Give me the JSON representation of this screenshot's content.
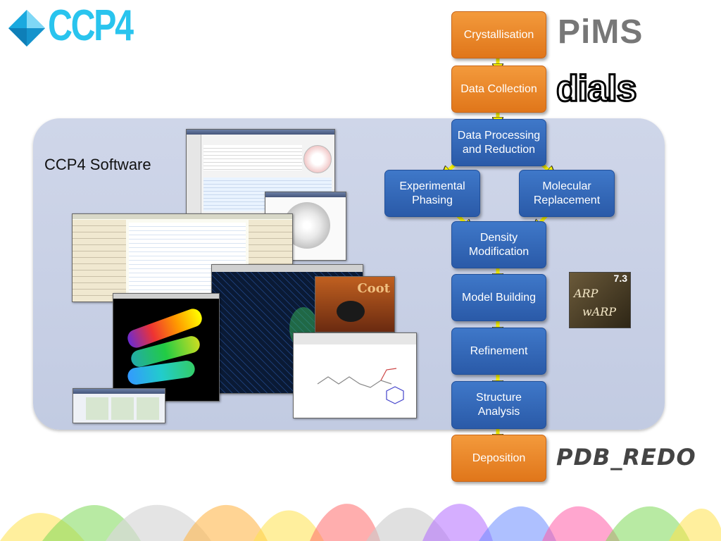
{
  "logo": {
    "text": "CCP4"
  },
  "panel": {
    "label": "CCP4 Software"
  },
  "flow": {
    "crystallisation": "Crystallisation",
    "data_collection": "Data Collection",
    "data_processing": "Data Processing\nand Reduction",
    "experimental_phasing": "Experimental\nPhasing",
    "molecular_replacement": "Molecular\nReplacement",
    "density_modification": "Density\nModification",
    "model_building": "Model Building",
    "refinement": "Refinement",
    "structure_analysis": "Structure\nAnalysis",
    "deposition": "Deposition"
  },
  "logos": {
    "pims": "PiMS",
    "dials": "dials",
    "arp_version": "7.3",
    "arp_line1": "ARP",
    "arp_line2": "wARP",
    "pdb_redo": "PDB_REDO",
    "coot": "Coot"
  },
  "colors": {
    "orange": "#e8821f",
    "blue": "#2f64b4",
    "arrow": "#f5f000",
    "panel": "#c7cfe4",
    "ccp4_cyan": "#29c4ee"
  }
}
